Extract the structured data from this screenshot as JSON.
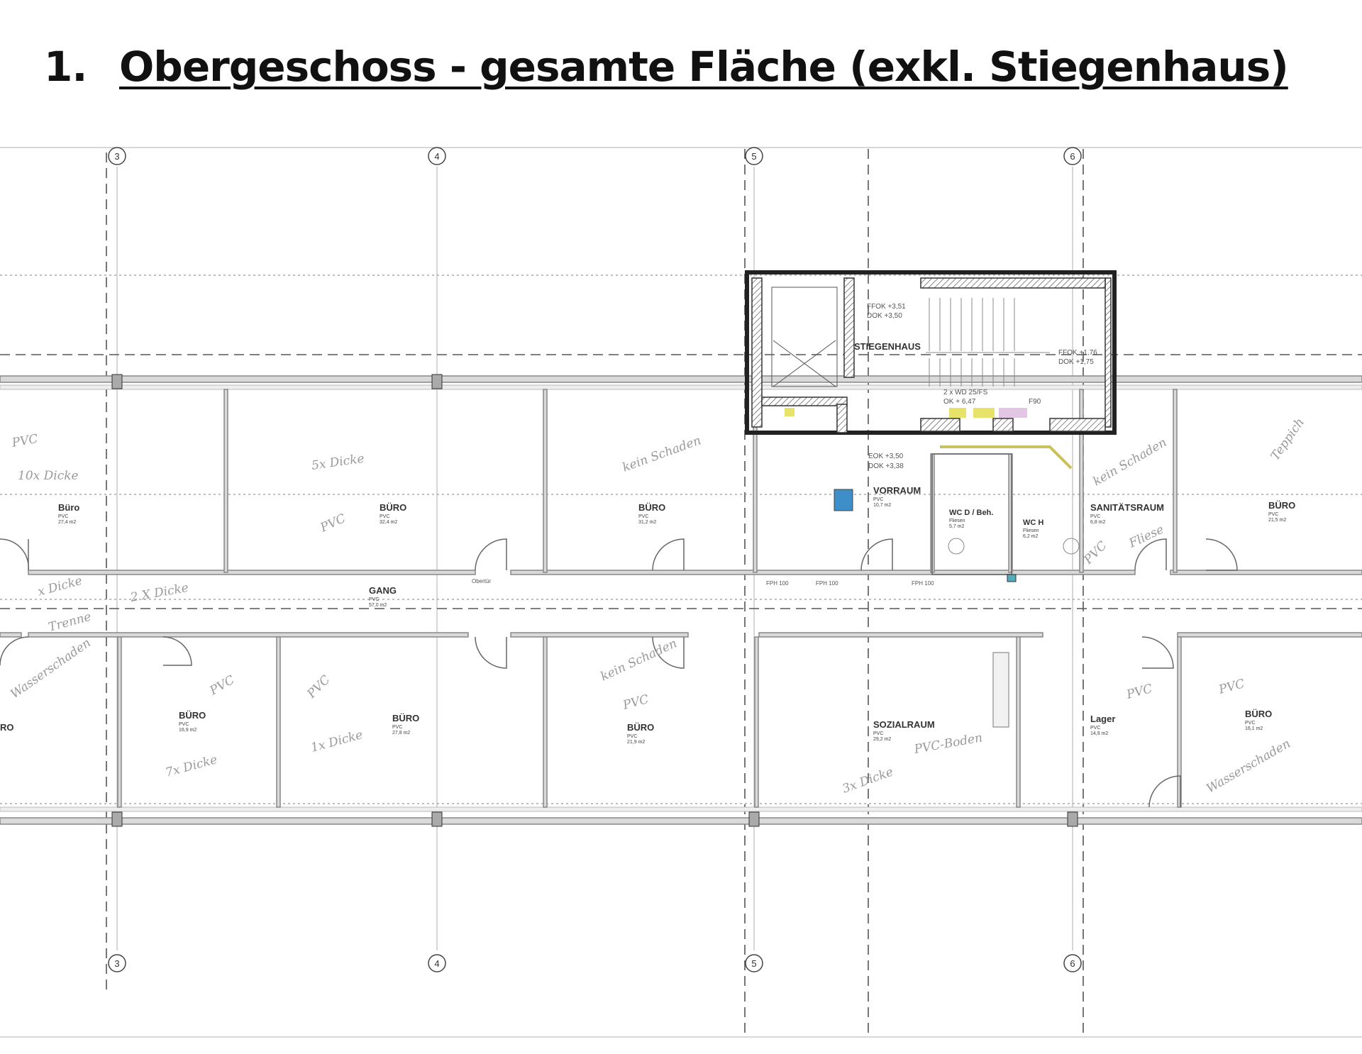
{
  "title": {
    "number": "1.",
    "text": "Obergeschoss - gesamte Fläche (exkl. Stiegenhaus)"
  },
  "axes": {
    "a3": "3",
    "a4": "4",
    "a5": "5",
    "a6": "6"
  },
  "rooms_upper": [
    {
      "name": "Büro",
      "floor": "PVC",
      "area": "27,4 m2"
    },
    {
      "name": "BÜRO",
      "floor": "PVC",
      "area": "32,4 m2"
    },
    {
      "name": "BÜRO",
      "floor": "PVC",
      "area": "31,2 m2"
    },
    {
      "name": "VORRAUM",
      "floor": "PVC",
      "area": "10,7 m2"
    },
    {
      "name": "WC D / Beh.",
      "floor": "Fliesen",
      "area": "5,7 m2"
    },
    {
      "name": "WC H",
      "floor": "Fliesen",
      "area": "6,2 m2"
    },
    {
      "name": "SANITÄTSRAUM",
      "floor": "PVC",
      "area": "6,8 m2"
    },
    {
      "name": "BÜRO",
      "floor": "PVC",
      "area": "21,5 m2"
    }
  ],
  "corridor": {
    "name": "GANG",
    "floor": "PVC",
    "area": "57,0 m2"
  },
  "stair": {
    "name": "STIEGENHAUS",
    "ffok": "FFOK +3,51",
    "dok": "DOK +3,50",
    "ffok2": "FFOK +1,76",
    "dok2": "DOK +1,75",
    "eok": "EOK +3,50",
    "dok3": "DOK +3,38",
    "wd": "2 x WD 25/FS",
    "ok": "OK + 6,47",
    "f90": "F90"
  },
  "rooms_lower": [
    {
      "name": "RO"
    },
    {
      "name": "BÜRO",
      "floor": "PVC",
      "area": "16,9 m2"
    },
    {
      "name": "BÜRO",
      "floor": "PVC",
      "area": "27,8 m2"
    },
    {
      "name": "BÜRO",
      "floor": "PVC",
      "area": "21,9 m2"
    },
    {
      "name": "SOZIALRAUM",
      "floor": "PVC",
      "area": "29,2 m2"
    },
    {
      "name": "Lager",
      "floor": "PVC",
      "area": "14,9 m2"
    },
    {
      "name": "BÜRO",
      "floor": "PVC",
      "area": "16,1 m2"
    }
  ],
  "handwritten": [
    "PVC",
    "10x Dicke",
    "5x Dicke",
    "PVC",
    "kein Schaden",
    "kein Schaden",
    "Teppich",
    "Fliese",
    "PVC",
    "x Dicke",
    "2 X Dicke",
    "Trenne",
    "Wasserschaden",
    "PVC",
    "PVC",
    "1x Dicke",
    "7x Dicke",
    "kein Schaden",
    "PVC",
    "PVC-Boden",
    "3x Dicke",
    "PVC",
    "PVC",
    "Wasserschaden"
  ],
  "labels": {
    "obentuer": "Obertür",
    "fph": "FPH 100"
  }
}
